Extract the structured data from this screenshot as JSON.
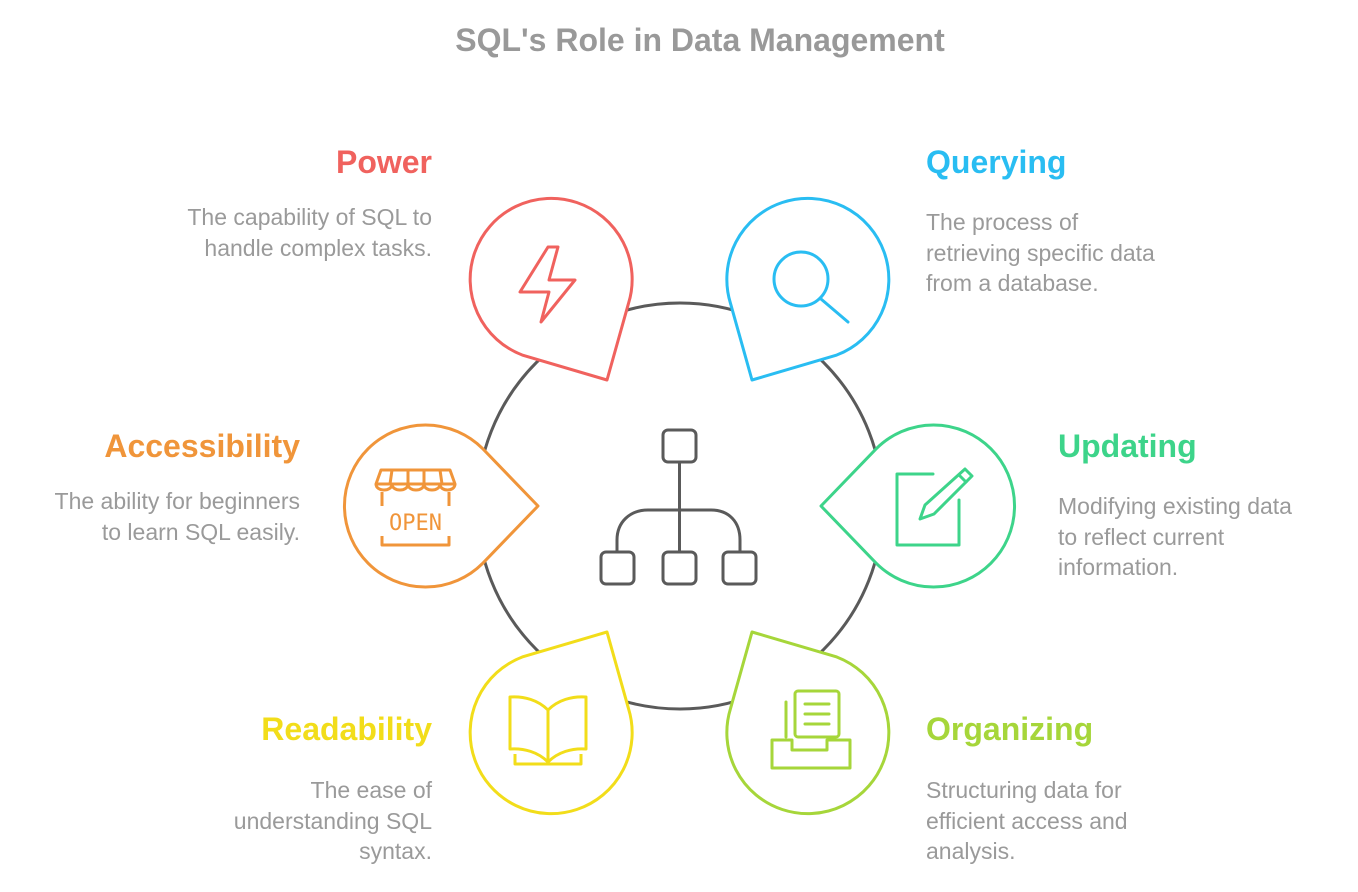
{
  "title": "SQL's Role in Data Management",
  "colors": {
    "hub": "#5a5a5a",
    "power": "#f0625e",
    "querying": "#29bdf2",
    "updating": "#3dd48a",
    "organizing": "#a6d63a",
    "readability": "#f2dd1a",
    "accessibility": "#f0953a",
    "text": "#9a9a9a"
  },
  "center_icon": "hierarchy-icon",
  "items": {
    "power": {
      "heading": "Power",
      "lines": [
        "The capability of SQL to",
        "handle complex tasks."
      ],
      "icon": "lightning-icon"
    },
    "querying": {
      "heading": "Querying",
      "lines": [
        "The process of",
        "retrieving specific data",
        "from a database."
      ],
      "icon": "magnifier-icon"
    },
    "updating": {
      "heading": "Updating",
      "lines": [
        "Modifying existing data",
        "to reflect current",
        "information."
      ],
      "icon": "edit-icon"
    },
    "organizing": {
      "heading": "Organizing",
      "lines": [
        "Structuring data for",
        "efficient access and",
        "analysis."
      ],
      "icon": "document-tray-icon"
    },
    "readability": {
      "heading": "Readability",
      "lines": [
        "The ease of",
        "understanding SQL",
        "syntax."
      ],
      "icon": "open-book-icon"
    },
    "accessibility": {
      "heading": "Accessibility",
      "lines": [
        "The ability for beginners",
        "to learn SQL easily."
      ],
      "icon": "open-store-icon",
      "icon_text": "OPEN"
    }
  }
}
